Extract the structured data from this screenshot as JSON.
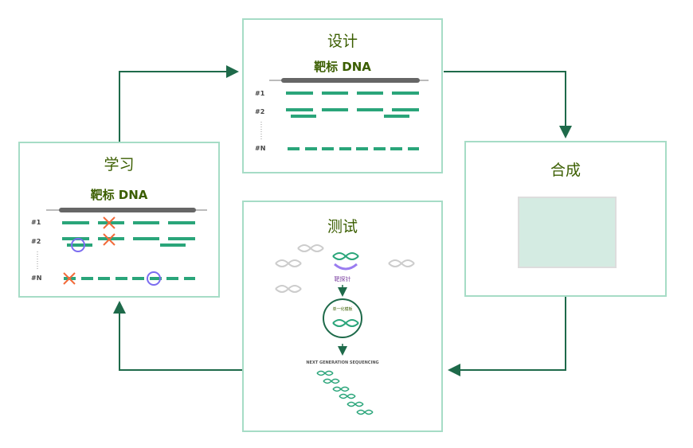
{
  "stages": {
    "design": {
      "title": "设计",
      "subtitle": "靶标 DNA",
      "rows": [
        "#1",
        "#2",
        "#N"
      ]
    },
    "synthesis": {
      "title": "合成"
    },
    "test": {
      "title": "测试",
      "probe_label": "靶探针",
      "template_label": "单一化模板",
      "ngs_label": "NEXT GENERATION SEQUENCING"
    },
    "learn": {
      "title": "学习",
      "subtitle": "靶标 DNA",
      "rows": [
        "#1",
        "#2",
        "#N"
      ]
    }
  },
  "colors": {
    "accent": "#2aa57a",
    "border": "#a6dcc6",
    "arrow": "#1e6a4a",
    "title": "#3b5e00",
    "cross": "#f26a3a",
    "circle": "#7b6cf0"
  }
}
